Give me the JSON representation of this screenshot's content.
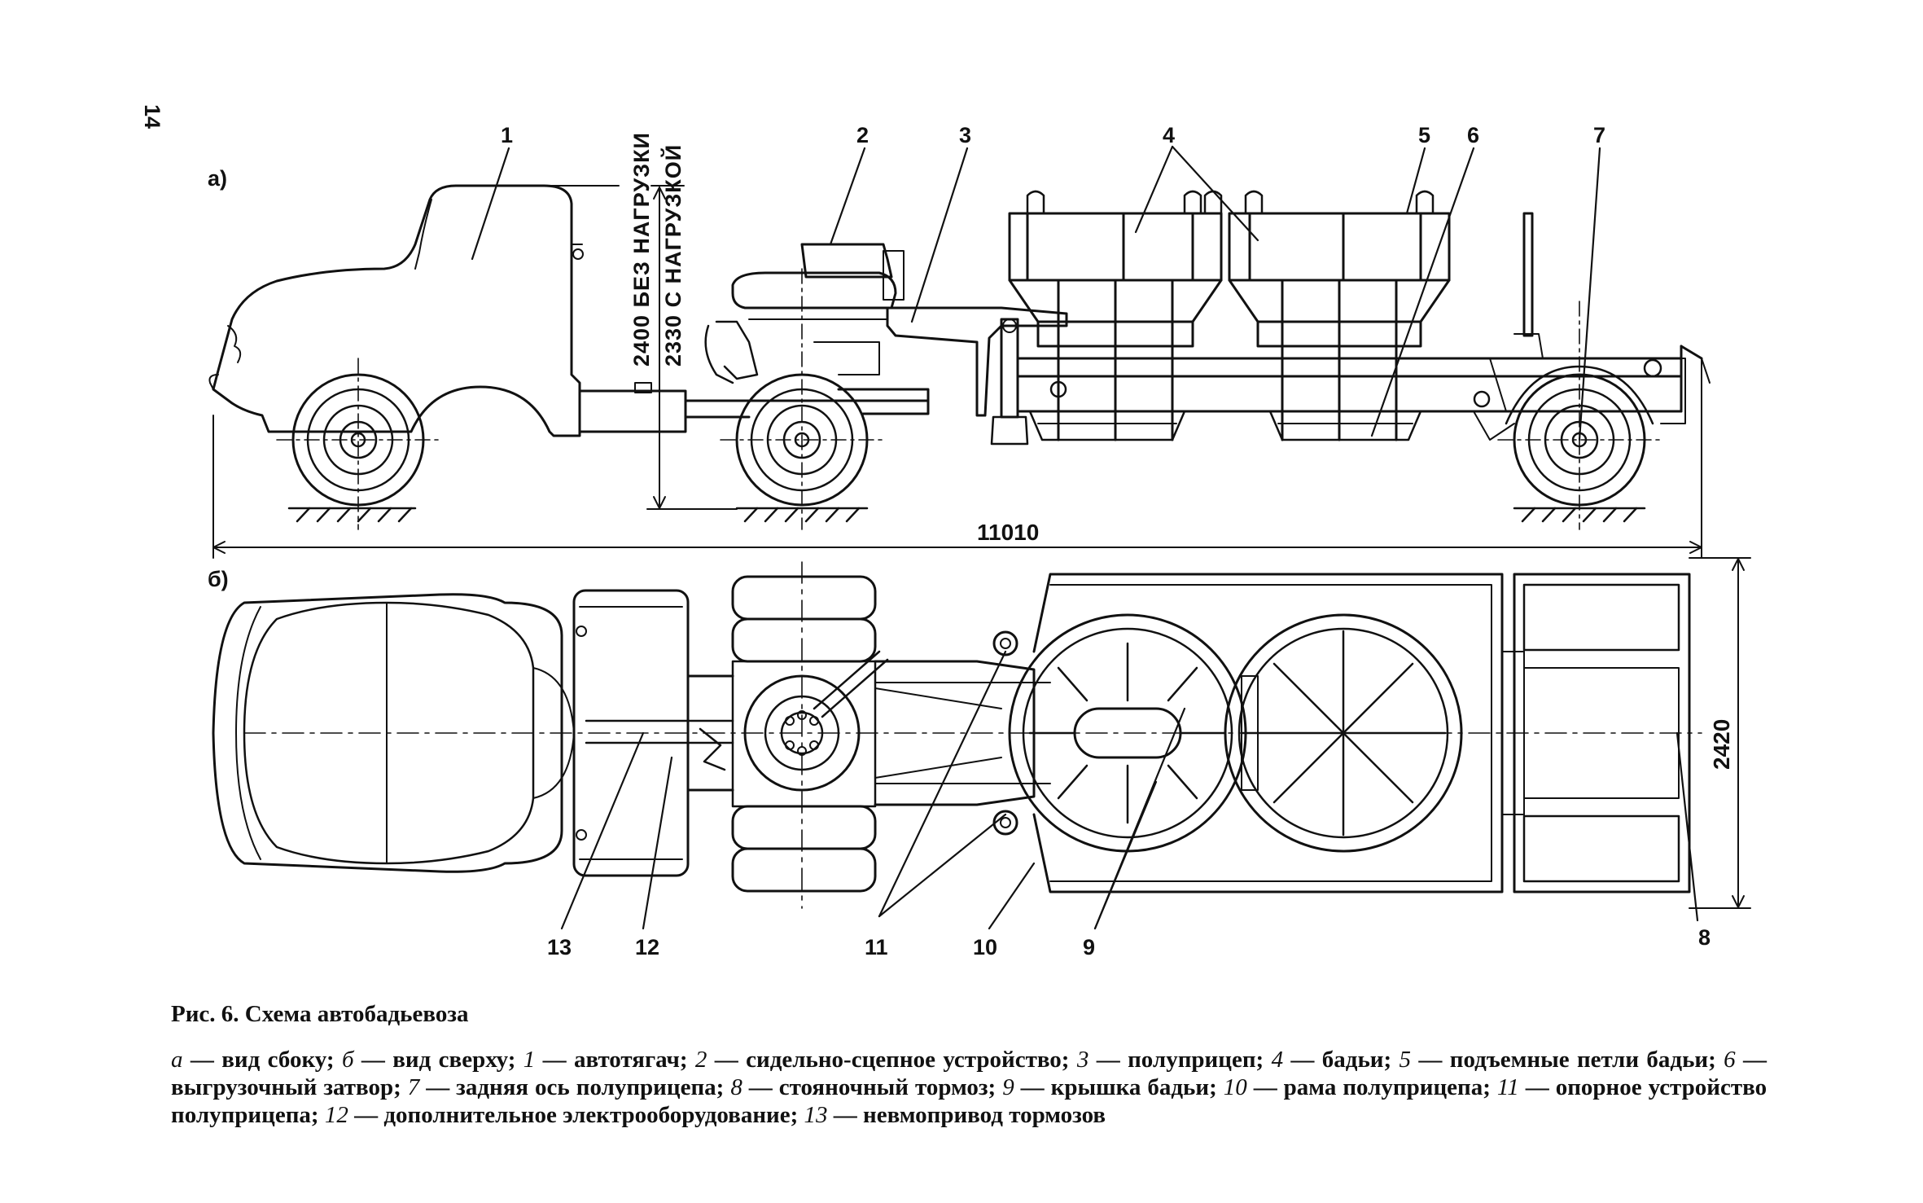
{
  "page_number": "14",
  "view_a_label": "а)",
  "view_b_label": "б)",
  "labels": [
    "1",
    "2",
    "3",
    "4",
    "5",
    "6",
    "7",
    "8",
    "9",
    "10",
    "11",
    "12",
    "13"
  ],
  "dim_height_unloaded": "2400 БЕЗ НАГРУЗКИ",
  "dim_height_loaded": "2330 С НАГРУЗКОЙ",
  "dim_length": "11010",
  "dim_width": "2420",
  "caption": {
    "title": "Рис. 6. Схема автобадьевоза",
    "legend": [
      {
        "key": "а",
        "text": "вид сбоку;"
      },
      {
        "key": "б",
        "text": "вид сверху;"
      },
      {
        "key": "1",
        "text": "автотягач;"
      },
      {
        "key": "2",
        "text": "сидельно-сцепное устройство;"
      },
      {
        "key": "3",
        "text": "полуприцеп;"
      },
      {
        "key": "4",
        "text": "бадьи;"
      },
      {
        "key": "5",
        "text": "подъемные петли бадьи;"
      },
      {
        "key": "6",
        "text": "выгрузочный затвор;"
      },
      {
        "key": "7",
        "text": "задняя ось полуприцепа;"
      },
      {
        "key": "8",
        "text": "стояночный тормоз;"
      },
      {
        "key": "9",
        "text": "крышка бадьи;"
      },
      {
        "key": "10",
        "text": "рама полуприцепа;"
      },
      {
        "key": "11",
        "text": "опорное устройство полуприцепа;"
      },
      {
        "key": "12",
        "text": "дополнительное электрооборудование;"
      },
      {
        "key": "13",
        "text": "невмопривод тормозов"
      }
    ]
  }
}
